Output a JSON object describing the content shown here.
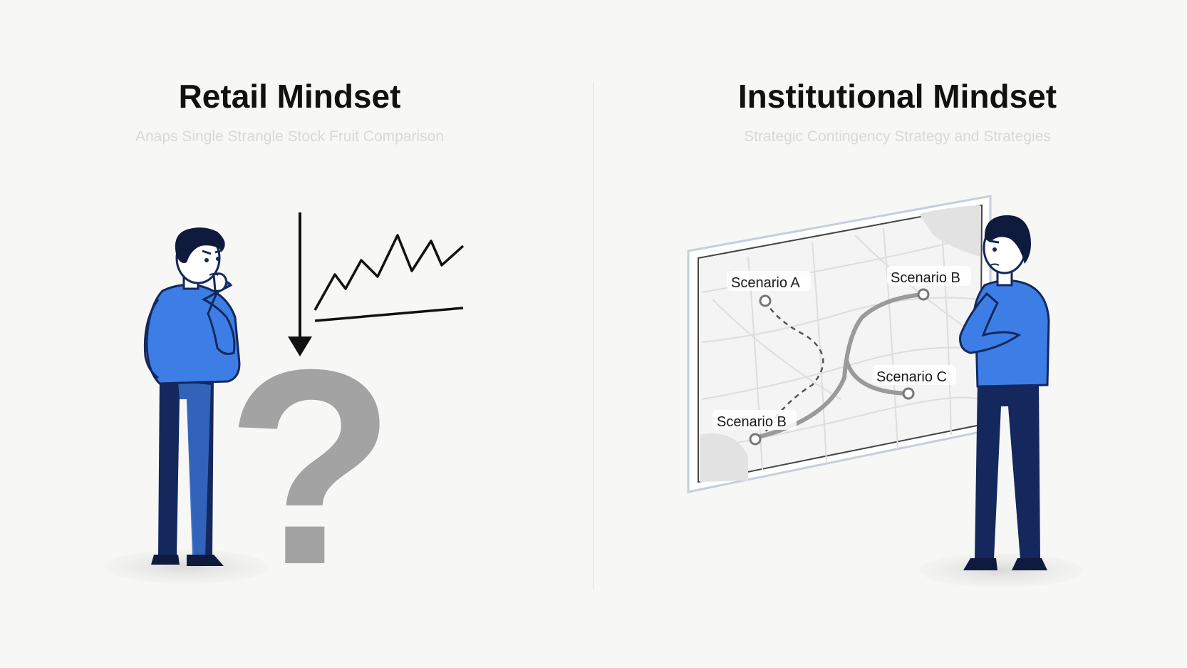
{
  "left_panel": {
    "title": "Retail Mindset",
    "subtitle": "Anaps Single Strangle Stock Fruit Comparison",
    "question_mark": "?"
  },
  "right_panel": {
    "title": "Institutional Mindset",
    "subtitle": "Strategic Contingency Strategy and Strategies",
    "scenarios": {
      "a": "Scenario A",
      "b_top": "Scenario B",
      "c": "Scenario C",
      "b_bottom": "Scenario B"
    }
  },
  "colors": {
    "shirt": "#3d7ee6",
    "pants": "#14285e",
    "hair": "#0f1b3d",
    "question_mark": "#a3a3a3",
    "path": "#999999"
  }
}
